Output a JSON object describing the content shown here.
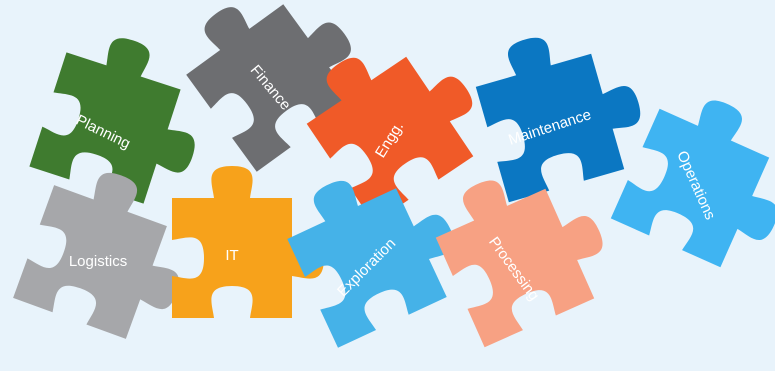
{
  "pieces": [
    {
      "id": "planning",
      "label": "Planning",
      "color": "#3f7b2f"
    },
    {
      "id": "finance",
      "label": "Finance",
      "color": "#6d6e71"
    },
    {
      "id": "engg",
      "label": "Engg.",
      "color": "#f05a28"
    },
    {
      "id": "maintenance",
      "label": "Maintenance",
      "color": "#0b77c2"
    },
    {
      "id": "operations",
      "label": "Operations",
      "color": "#3fb4f2"
    },
    {
      "id": "logistics",
      "label": "Logistics",
      "color": "#a6a7aa"
    },
    {
      "id": "it",
      "label": "IT",
      "color": "#f7a21b"
    },
    {
      "id": "exploration",
      "label": "Exploration",
      "color": "#45b2e8"
    },
    {
      "id": "processing",
      "label": "Processing",
      "color": "#f7a183"
    }
  ]
}
